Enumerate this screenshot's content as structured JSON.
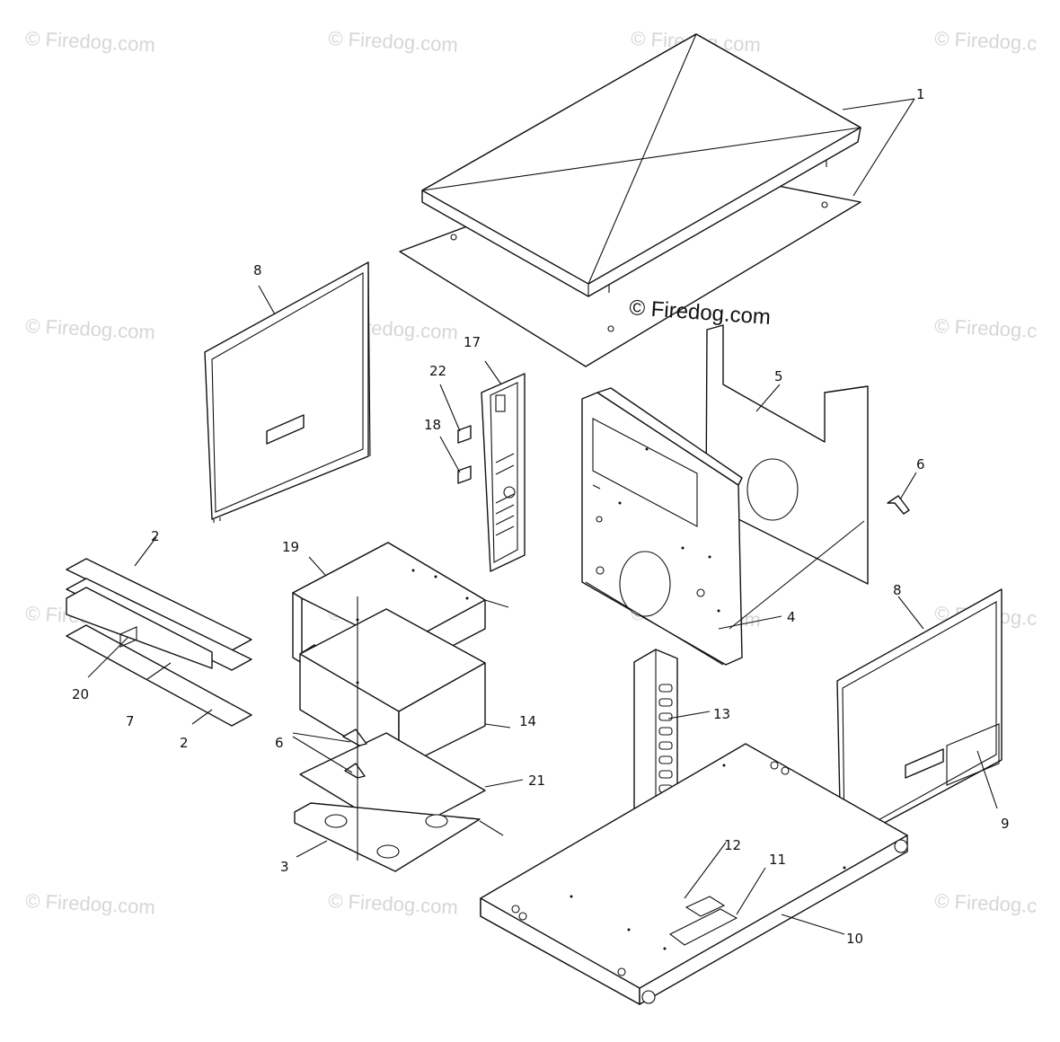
{
  "watermark": {
    "text": "© Firedog.com",
    "text_cut": "© Firedog.c"
  },
  "center_mark": "© Firedog.com",
  "callouts": {
    "c1": "1",
    "c2a": "2",
    "c2b": "2",
    "c3": "3",
    "c4": "4",
    "c5": "5",
    "c6a": "6",
    "c6b": "6",
    "c7": "7",
    "c8a": "8",
    "c8b": "8",
    "c9": "9",
    "c10": "10",
    "c11": "11",
    "c12": "12",
    "c13": "13",
    "c14": "14",
    "c17": "17",
    "c18": "18",
    "c19": "19",
    "c20": "20",
    "c21": "21",
    "c22": "22"
  },
  "colors": {
    "line": "#111111",
    "watermark": "#d6d6d6",
    "background": "#ffffff"
  }
}
